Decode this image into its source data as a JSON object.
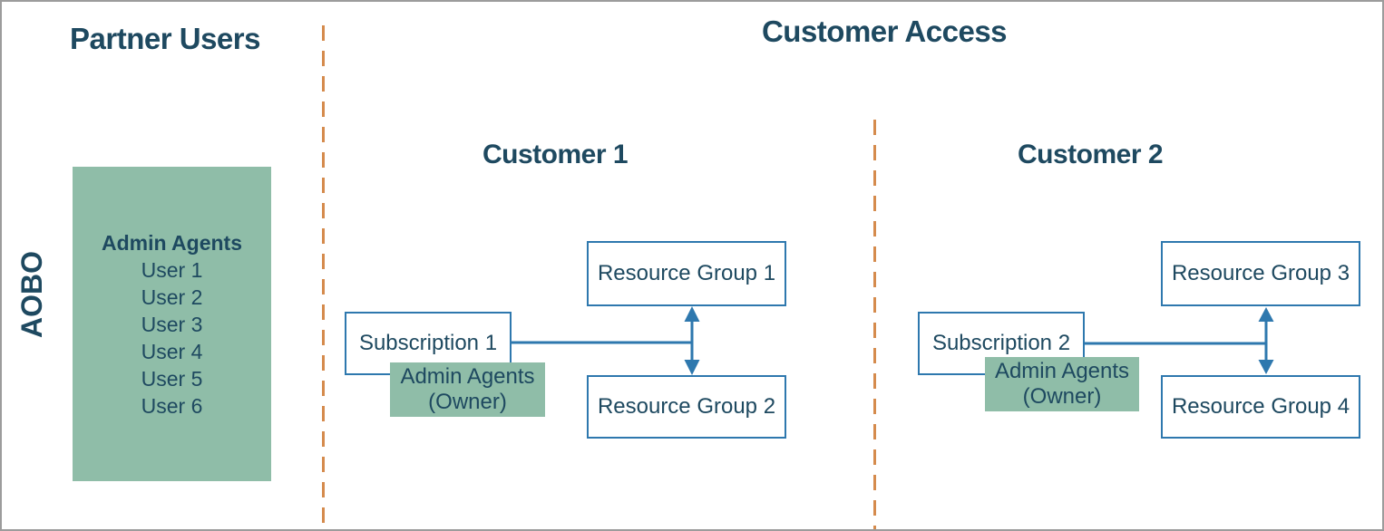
{
  "colors": {
    "navy": "#1E4960",
    "blue": "#2E78AE",
    "green": "#8FBDA8",
    "orange": "#D58B4D",
    "frame": "#9C9C9C"
  },
  "sections": {
    "partner": {
      "title": "Partner Users",
      "side_label": "AOBO",
      "agents_box": {
        "header": "Admin Agents",
        "users": [
          "User 1",
          "User 2",
          "User 3",
          "User 4",
          "User 5",
          "User 6"
        ]
      }
    },
    "customer_access": {
      "title": "Customer Access",
      "customers": [
        {
          "title": "Customer 1",
          "subscription": "Subscription 1",
          "admin_agents_line1": "Admin Agents",
          "admin_agents_line2": "(Owner)",
          "resource_groups": [
            "Resource Group 1",
            "Resource Group 2"
          ]
        },
        {
          "title": "Customer 2",
          "subscription": "Subscription 2",
          "admin_agents_line1": "Admin Agents",
          "admin_agents_line2": "(Owner)",
          "resource_groups": [
            "Resource Group 3",
            "Resource Group 4"
          ]
        }
      ]
    }
  }
}
